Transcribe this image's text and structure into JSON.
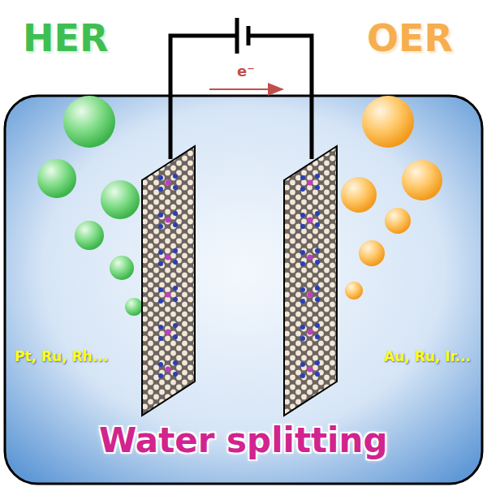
{
  "diagram": {
    "labels": [
      "HER",
      "OER",
      "e⁻",
      "Pt, Ru, Rh...",
      "Au, Ru, Ir...",
      "Water splitting"
    ]
  }
}
